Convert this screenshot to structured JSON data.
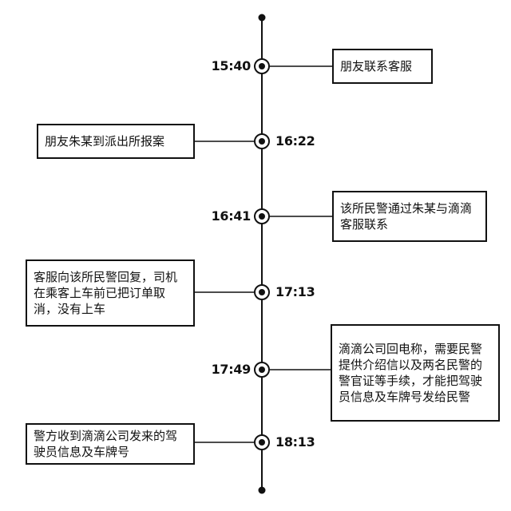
{
  "colors": {
    "line": "#111111",
    "background": "#ffffff"
  },
  "events": [
    {
      "time": "15:40",
      "text": "朋友联系客服"
    },
    {
      "time": "16:22",
      "text": "朋友朱某到派出所报案"
    },
    {
      "time": "16:41",
      "text": "该所民警通过朱某与滴滴客服联系"
    },
    {
      "time": "17:13",
      "text": "客服向该所民警回复，司机在乘客上车前已把订单取消，没有上车"
    },
    {
      "time": "17:49",
      "text": "滴滴公司回电称，需要民警提供介绍信以及两名民警的警官证等手续，才能把驾驶员信息及车牌号发给民警"
    },
    {
      "time": "18:13",
      "text": "警方收到滴滴公司发来的驾驶员信息及车牌号"
    }
  ]
}
